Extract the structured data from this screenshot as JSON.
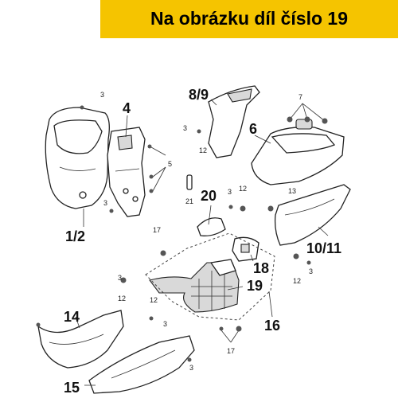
{
  "banner": {
    "text": "Na obrázku díl číslo 19",
    "color": "#f5c400"
  },
  "callouts": {
    "c1_2": "1/2",
    "c4": "4",
    "c8_9": "8/9",
    "c6": "6",
    "c20": "20",
    "c10_11": "10/11",
    "c18": "18",
    "c19": "19",
    "c16": "16",
    "c14": "14",
    "c15": "15"
  },
  "small_refs": {
    "r3a": "3",
    "r3b": "3",
    "r3c": "3",
    "r3d": "3",
    "r3e": "3",
    "r3f": "3",
    "r3g": "3",
    "r3h": "3",
    "r5": "5",
    "r7": "7",
    "r12a": "12",
    "r12b": "12",
    "r12c": "12",
    "r12d": "12",
    "r12e": "12",
    "r13": "13",
    "r17a": "17",
    "r17b": "17",
    "r21": "21"
  }
}
